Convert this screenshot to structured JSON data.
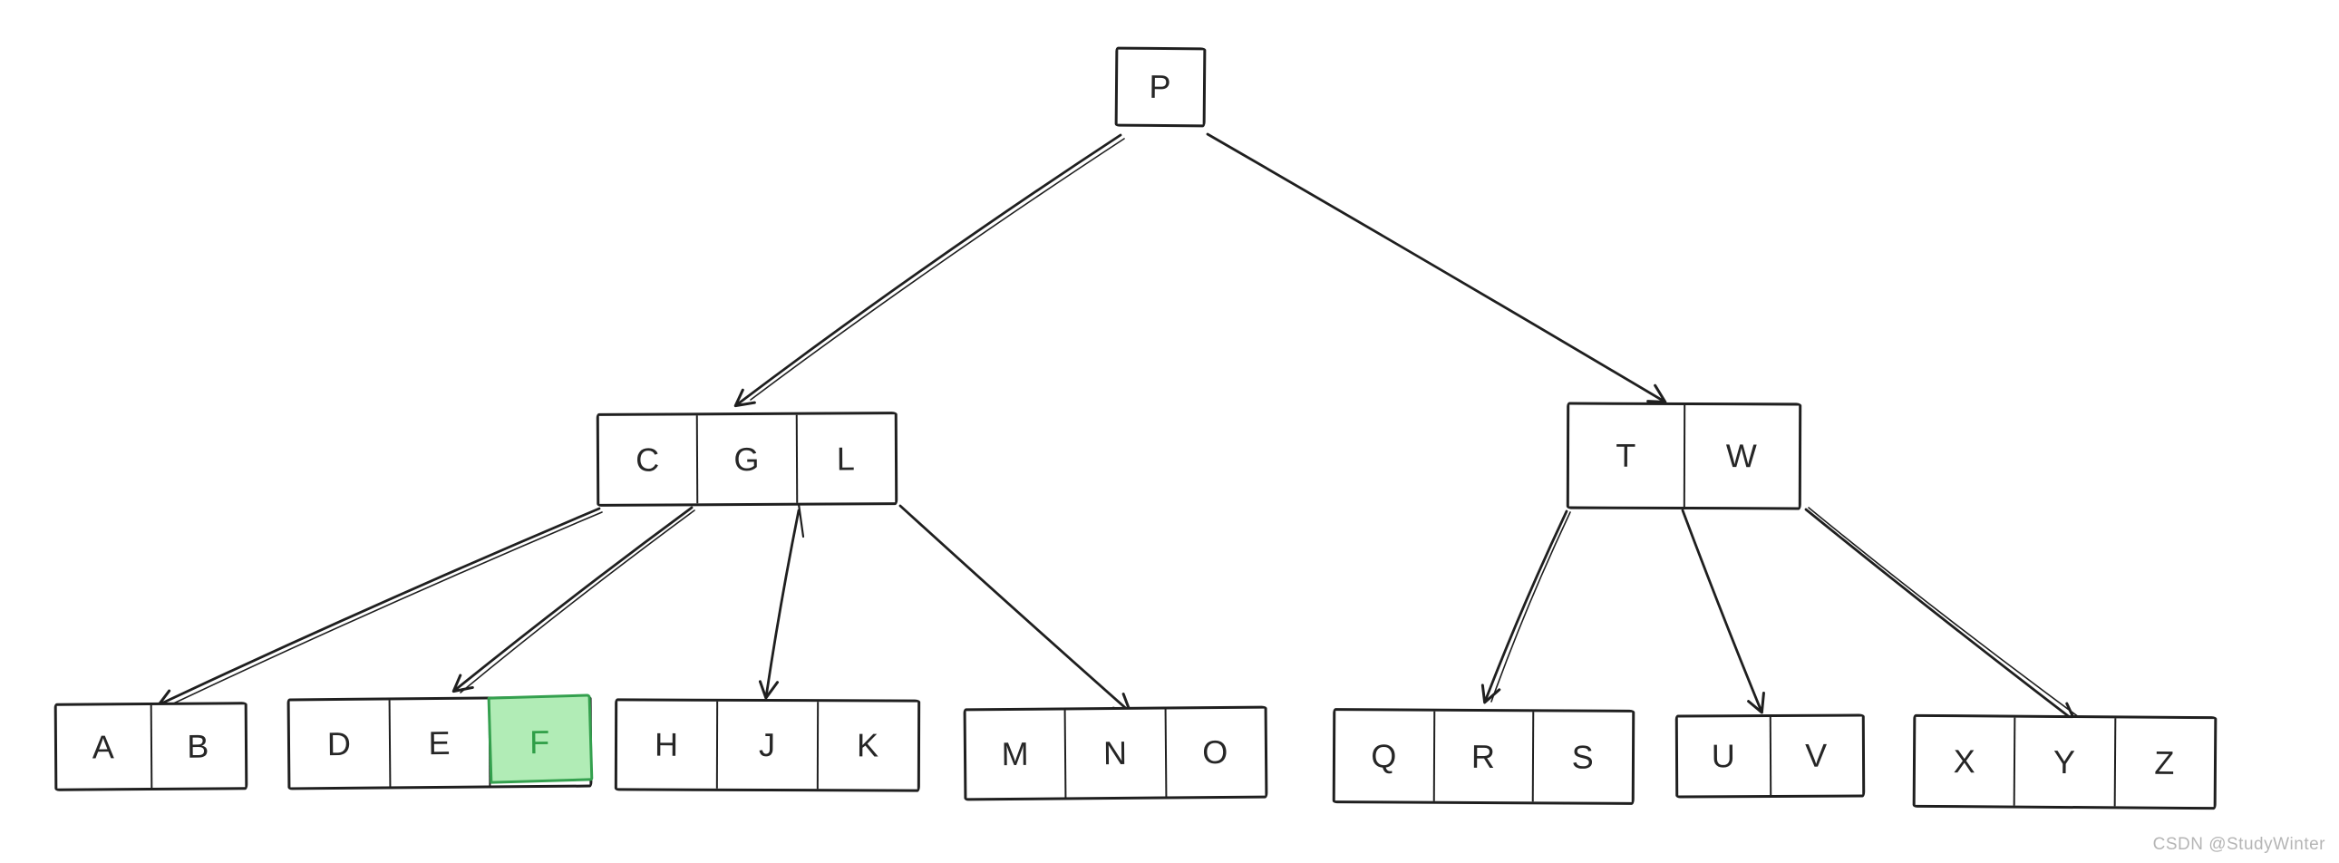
{
  "diagram": {
    "type": "b-tree",
    "watermark": "CSDN @StudyWinter",
    "colors": {
      "stroke": "#1f1f1f",
      "highlight_fill": "#b1ecb6",
      "highlight_stroke": "#34a04e",
      "highlight_text": "#2f9e47",
      "watermark_text": "#b5b5b5"
    },
    "nodes": [
      {
        "id": "p",
        "level": 0,
        "cells": [
          {
            "label": "P",
            "highlighted": false
          }
        ]
      },
      {
        "id": "cgl",
        "level": 1,
        "cells": [
          {
            "label": "C",
            "highlighted": false
          },
          {
            "label": "G",
            "highlighted": false
          },
          {
            "label": "L",
            "highlighted": false
          }
        ]
      },
      {
        "id": "tw",
        "level": 1,
        "cells": [
          {
            "label": "T",
            "highlighted": false
          },
          {
            "label": "W",
            "highlighted": false
          }
        ]
      },
      {
        "id": "ab",
        "level": 2,
        "cells": [
          {
            "label": "A",
            "highlighted": false
          },
          {
            "label": "B",
            "highlighted": false
          }
        ]
      },
      {
        "id": "def",
        "level": 2,
        "cells": [
          {
            "label": "D",
            "highlighted": false
          },
          {
            "label": "E",
            "highlighted": false
          },
          {
            "label": "F",
            "highlighted": true
          }
        ]
      },
      {
        "id": "hjk",
        "level": 2,
        "cells": [
          {
            "label": "H",
            "highlighted": false
          },
          {
            "label": "J",
            "highlighted": false
          },
          {
            "label": "K",
            "highlighted": false
          }
        ]
      },
      {
        "id": "mno",
        "level": 2,
        "cells": [
          {
            "label": "M",
            "highlighted": false
          },
          {
            "label": "N",
            "highlighted": false
          },
          {
            "label": "O",
            "highlighted": false
          }
        ]
      },
      {
        "id": "qrs",
        "level": 2,
        "cells": [
          {
            "label": "Q",
            "highlighted": false
          },
          {
            "label": "R",
            "highlighted": false
          },
          {
            "label": "S",
            "highlighted": false
          }
        ]
      },
      {
        "id": "uv",
        "level": 2,
        "cells": [
          {
            "label": "U",
            "highlighted": false
          },
          {
            "label": "V",
            "highlighted": false
          }
        ]
      },
      {
        "id": "xyz",
        "level": 2,
        "cells": [
          {
            "label": "X",
            "highlighted": false
          },
          {
            "label": "Y",
            "highlighted": false
          },
          {
            "label": "Z",
            "highlighted": false
          }
        ]
      }
    ],
    "edges": [
      {
        "from": "p",
        "to": "cgl"
      },
      {
        "from": "p",
        "to": "tw"
      },
      {
        "from": "cgl",
        "to": "ab"
      },
      {
        "from": "cgl",
        "to": "def"
      },
      {
        "from": "cgl",
        "to": "hjk"
      },
      {
        "from": "cgl",
        "to": "mno"
      },
      {
        "from": "tw",
        "to": "qrs"
      },
      {
        "from": "tw",
        "to": "uv"
      },
      {
        "from": "tw",
        "to": "xyz"
      }
    ]
  }
}
